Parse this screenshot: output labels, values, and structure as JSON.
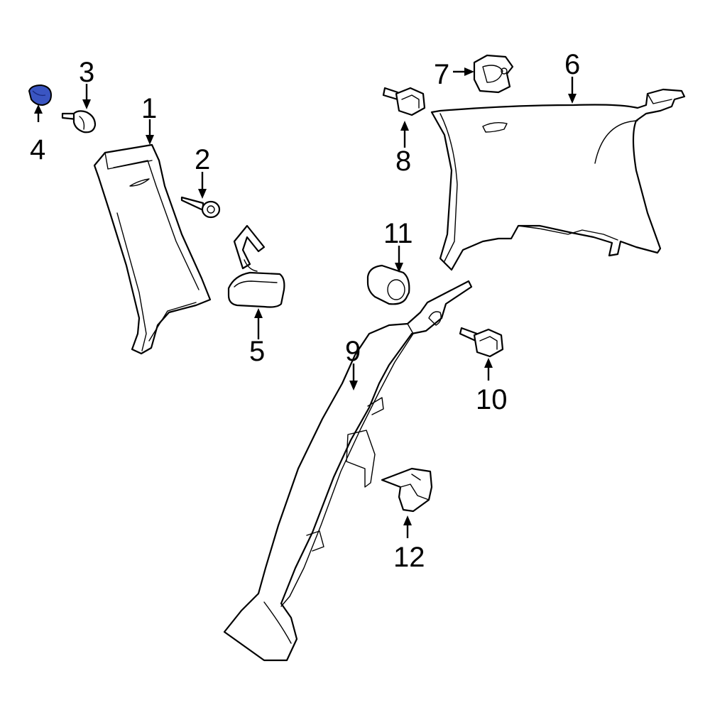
{
  "diagram": {
    "callouts": [
      "1",
      "2",
      "3",
      "4",
      "5",
      "6",
      "7",
      "8",
      "9",
      "10",
      "11",
      "12"
    ],
    "highlighted_part": "4",
    "colors": {
      "line": "#000000",
      "background": "#ffffff",
      "highlight": "#3a55c2"
    }
  }
}
